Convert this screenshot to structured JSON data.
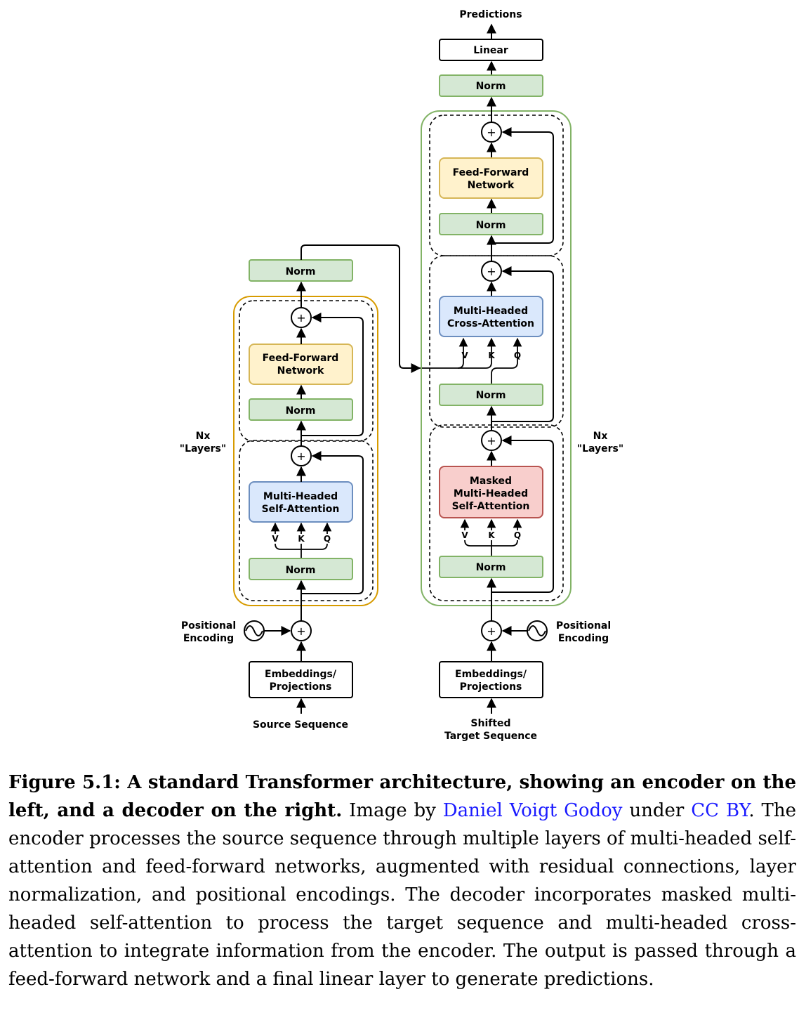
{
  "diagram": {
    "predictions": "Predictions",
    "linear": "Linear",
    "norm": "Norm",
    "ffn_line1": "Feed-Forward",
    "ffn_line2": "Network",
    "mhsa_line1": "Multi-Headed",
    "mhsa_line2": "Self-Attention",
    "mhca_line1": "Multi-Headed",
    "mhca_line2": "Cross-Attention",
    "masked_line1": "Masked",
    "masked_line2": "Multi-Headed",
    "masked_line3": "Self-Attention",
    "v": "V",
    "k": "K",
    "q": "Q",
    "nx": "Nx",
    "layers": "\"Layers\"",
    "pos_line1": "Positional",
    "pos_line2": "Encoding",
    "emb_line1": "Embeddings/",
    "emb_line2": "Projections",
    "source": "Source Sequence",
    "shifted_line1": "Shifted",
    "shifted_line2": "Target Sequence",
    "plus": "+",
    "colors": {
      "norm_fill": "#d5e8d4",
      "norm_stroke": "#82b366",
      "ffn_fill": "#fff2cc",
      "ffn_stroke": "#d6b656",
      "attn_fill": "#dae8fc",
      "attn_stroke": "#6c8ebf",
      "masked_fill": "#f8cecc",
      "masked_stroke": "#b85450",
      "encoder_border": "#d79b00",
      "decoder_border": "#82b366"
    }
  },
  "caption": {
    "figure_label": "Figure 5.1: A standard Transformer architecture, showing an encoder on the left, and a decoder on the right.",
    "image_by": "Image by",
    "author": "Daniel Voigt Godoy",
    "under": "under",
    "license": "CC BY",
    "description": ". The encoder processes the source sequence through multiple layers of multi-headed self-attention and feed-forward networks, augmented with residual connections, layer normalization, and positional encodings. The decoder incorporates masked multi-headed self-attention to process the target sequence and multi-headed cross-attention to integrate information from the encoder. The output is passed through a feed-forward network and a final linear layer to generate predictions."
  }
}
